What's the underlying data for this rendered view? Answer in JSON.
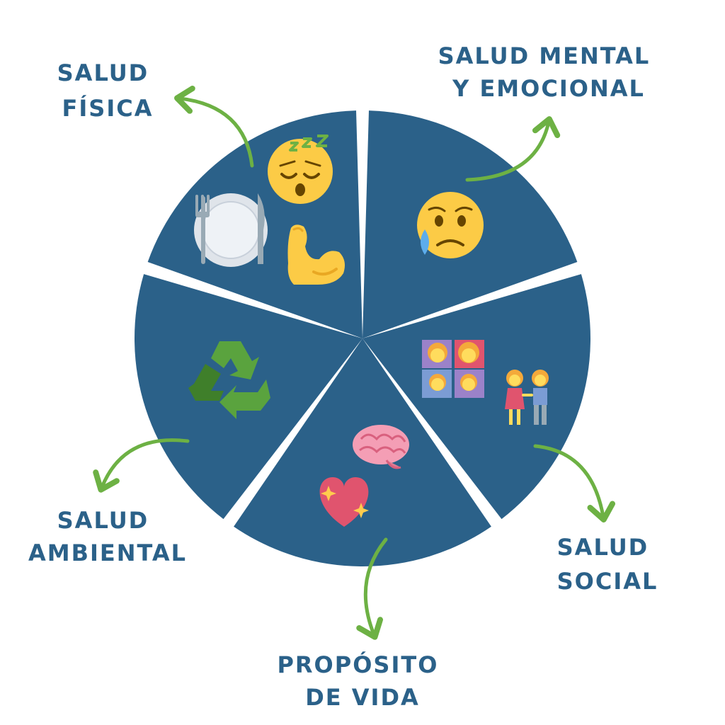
{
  "colors": {
    "segment": "#2b6189",
    "label": "#2b6189",
    "arrow": "#6db144",
    "gap": "#ffffff"
  },
  "segments": [
    {
      "key": "fisica",
      "label_lines": [
        "SALUD",
        "FÍSICA"
      ],
      "icons": [
        "sleeping-face-icon",
        "plate-fork-knife-icon",
        "flexed-biceps-icon"
      ]
    },
    {
      "key": "mental",
      "label_lines": [
        "SALUD MENTAL",
        "Y EMOCIONAL"
      ],
      "icons": [
        "sad-relieved-face-icon"
      ]
    },
    {
      "key": "social",
      "label_lines": [
        "SALUD",
        "SOCIAL"
      ],
      "icons": [
        "family-icon",
        "couple-holding-hands-icon"
      ]
    },
    {
      "key": "proposito",
      "label_lines": [
        "PROPÓSITO",
        "DE VIDA"
      ],
      "icons": [
        "brain-icon",
        "sparkling-heart-icon"
      ]
    },
    {
      "key": "ambiental",
      "label_lines": [
        "SALUD",
        "AMBIENTAL"
      ],
      "icons": [
        "recycling-icon"
      ]
    }
  ]
}
